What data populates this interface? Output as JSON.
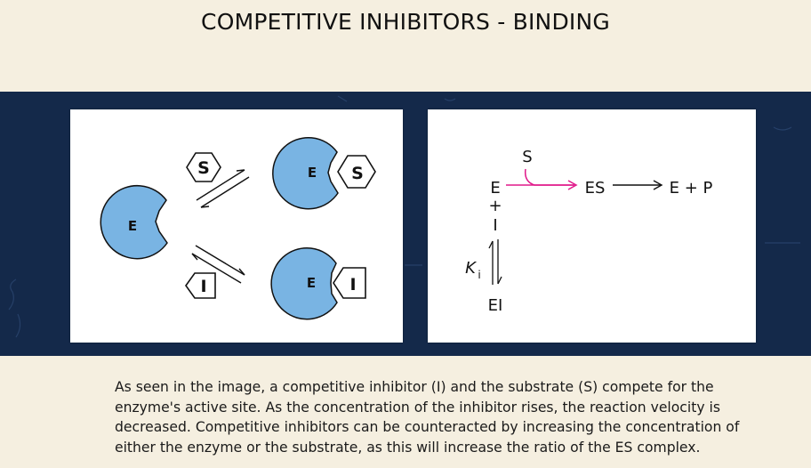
{
  "title": "COMPETITIVE INHIBITORS - BINDING",
  "left_diagram": {
    "enzyme_label": "E",
    "substrate_label": "S",
    "inhibitor_label": "I",
    "colors": {
      "enzyme_fill": "#79b4e3",
      "outline": "#111111"
    }
  },
  "right_diagram": {
    "enzyme": "E",
    "plus": "+",
    "inhibitor": "I",
    "substrate": "S",
    "es": "ES",
    "products": "E + P",
    "ki_symbol": "K",
    "ki_subscript": "i",
    "ei": "EI",
    "colors": {
      "substrate_arrow": "#e0198a"
    }
  },
  "caption": "As seen in the image, a competitive inhibitor (I) and the substrate (S) compete for the enzyme's active site. As the concentration of the inhibitor rises, the reaction velocity is decreased. Competitive inhibitors can be counteracted by increasing the concentration of either the enzyme or the substrate, as this will increase the ratio of the ES complex."
}
